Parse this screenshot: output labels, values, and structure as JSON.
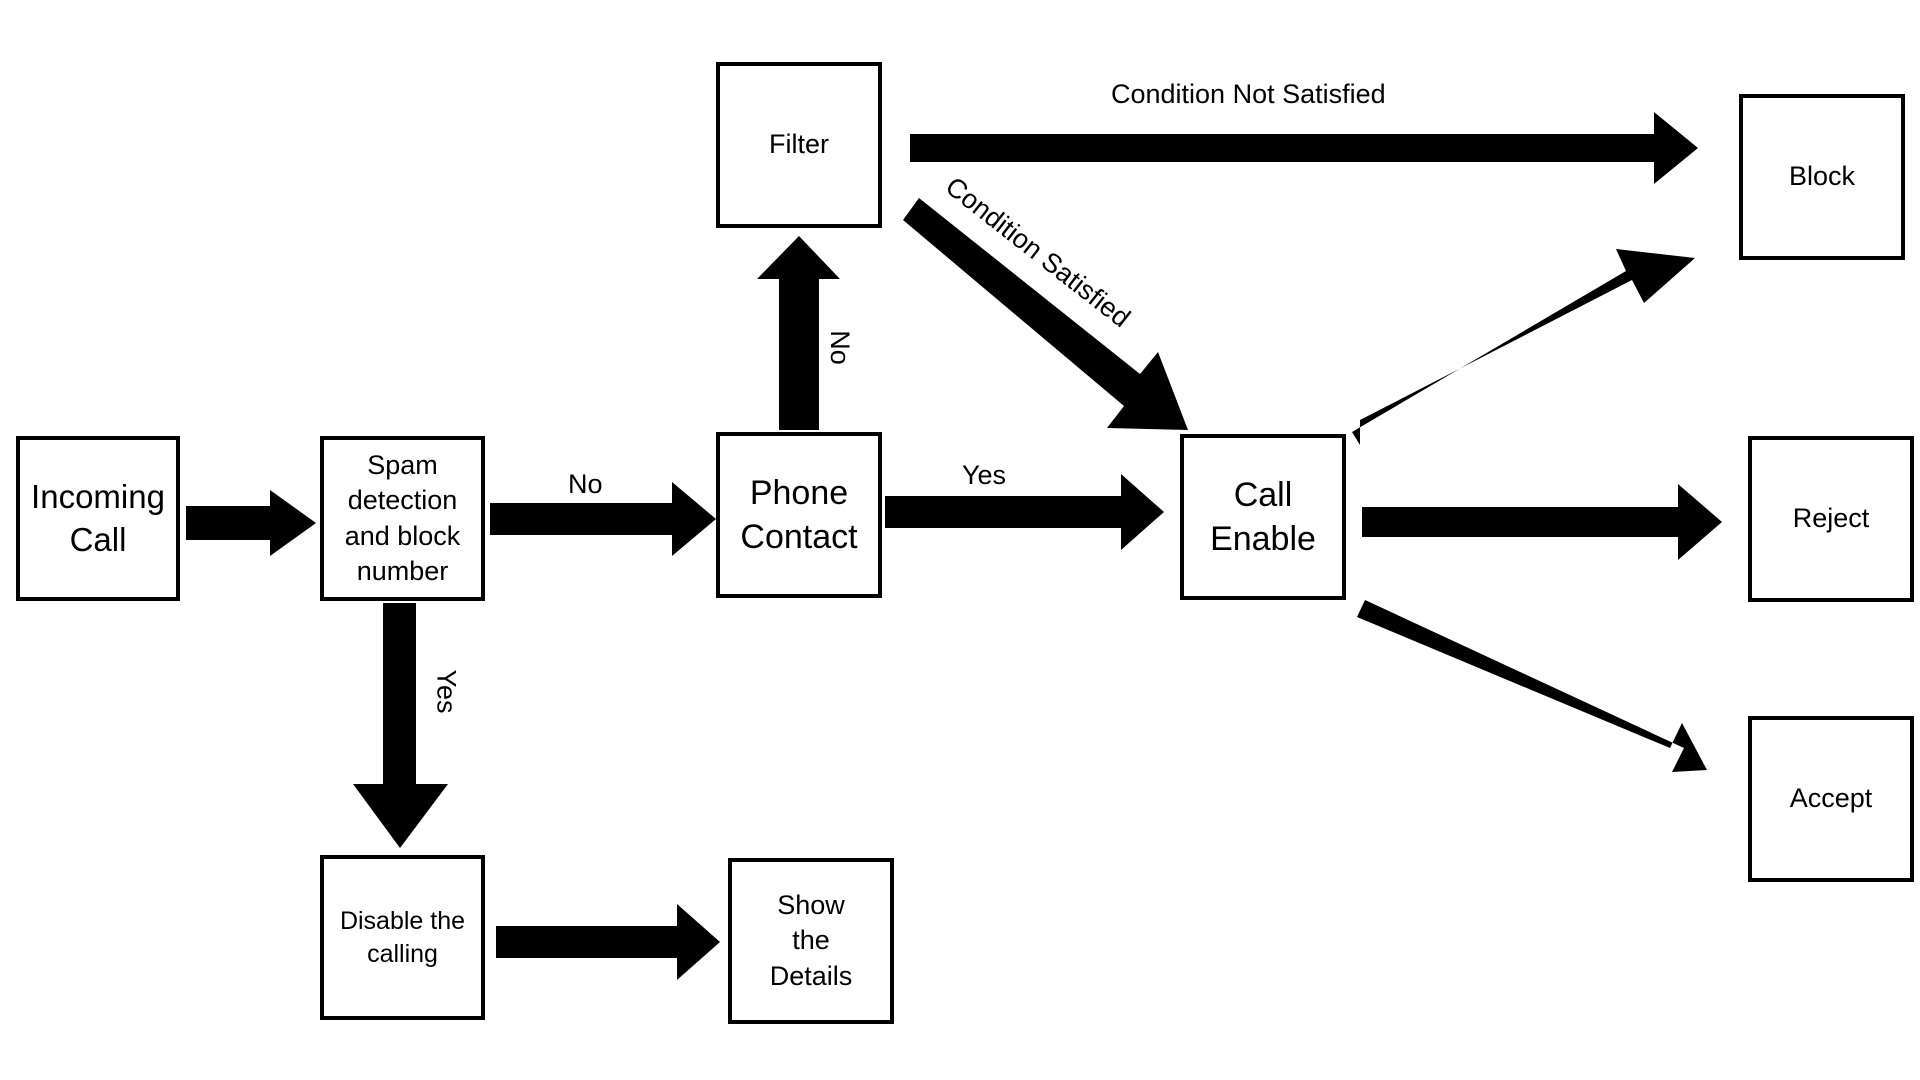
{
  "nodes": {
    "incoming_call": "Incoming Call",
    "spam_detection": "Spam detection and block number",
    "phone_contact": "Phone Contact",
    "filter": "Filter",
    "call_enable": "Call Enable",
    "disable_calling": "Disable the calling",
    "show_details": "Show the Details",
    "block": "Block",
    "reject": "Reject",
    "accept": "Accept"
  },
  "edge_labels": {
    "spam_no": "No",
    "spam_yes": "Yes",
    "contact_yes": "Yes",
    "contact_no": "No",
    "condition_not_satisfied": "Condition Not Satisfied",
    "condition_satisfied": "Condition Satisfied"
  },
  "colors": {
    "stroke": "#000000",
    "background": "#ffffff"
  }
}
